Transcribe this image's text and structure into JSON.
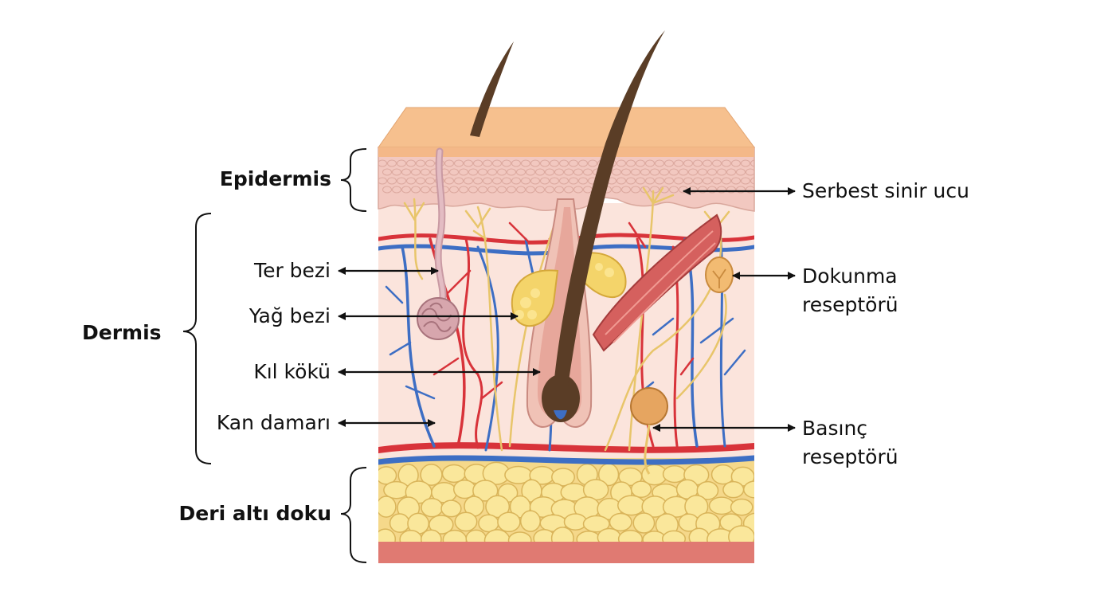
{
  "layers": {
    "epidermis": "Epidermis",
    "dermis": "Dermis",
    "subcutaneous": "Deri altı doku"
  },
  "left_labels": {
    "sweat_gland": "Ter bezi",
    "sebaceous_gland": "Yağ bezi",
    "hair_root": "Kıl kökü",
    "blood_vessel": "Kan damarı"
  },
  "right_labels": {
    "free_nerve_ending": "Serbest sinir ucu",
    "touch_receptor_line1": "Dokunma",
    "touch_receptor_line2": "reseptörü",
    "pressure_receptor_line1": "Basınç",
    "pressure_receptor_line2": "reseptörü"
  },
  "colors": {
    "skin_surface": "#f6c08e",
    "epidermis": "#f2c8c0",
    "dermis": "#fbe4dc",
    "fat": "#f8e188",
    "muscle_base": "#e07a72",
    "hair": "#5a3d26",
    "artery": "#d8333a",
    "vein": "#3d6ec4",
    "nerve": "#e8c56a"
  }
}
